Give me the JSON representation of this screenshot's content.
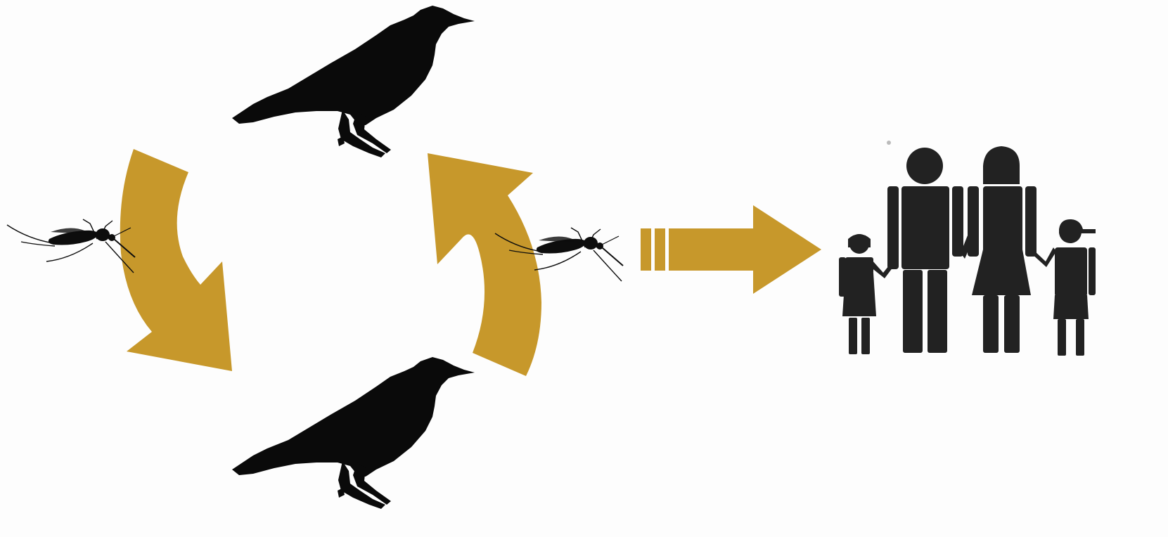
{
  "colors": {
    "background": "#fdfdfd",
    "arrow": "#c7982b",
    "bird": "#0a0a0a",
    "mosquito": "#0d0d0d",
    "people": "#222222"
  },
  "diagram": {
    "nodes": [
      {
        "id": "bird-top",
        "icon": "crow-silhouette-icon"
      },
      {
        "id": "bird-bottom",
        "icon": "crow-silhouette-icon"
      },
      {
        "id": "mosquito-left",
        "icon": "mosquito-silhouette-icon"
      },
      {
        "id": "mosquito-right",
        "icon": "mosquito-silhouette-icon"
      },
      {
        "id": "family",
        "icon": "family-pictogram-icon"
      }
    ],
    "arrows": [
      {
        "id": "cycle-left",
        "from": "bird-top",
        "to": "bird-bottom",
        "icon": "curved-arrow-down-icon"
      },
      {
        "id": "cycle-right",
        "from": "bird-bottom",
        "to": "bird-top",
        "icon": "curved-arrow-up-icon"
      },
      {
        "id": "spillover",
        "from": "mosquito-right",
        "to": "family",
        "icon": "block-arrow-right-icon"
      }
    ]
  }
}
